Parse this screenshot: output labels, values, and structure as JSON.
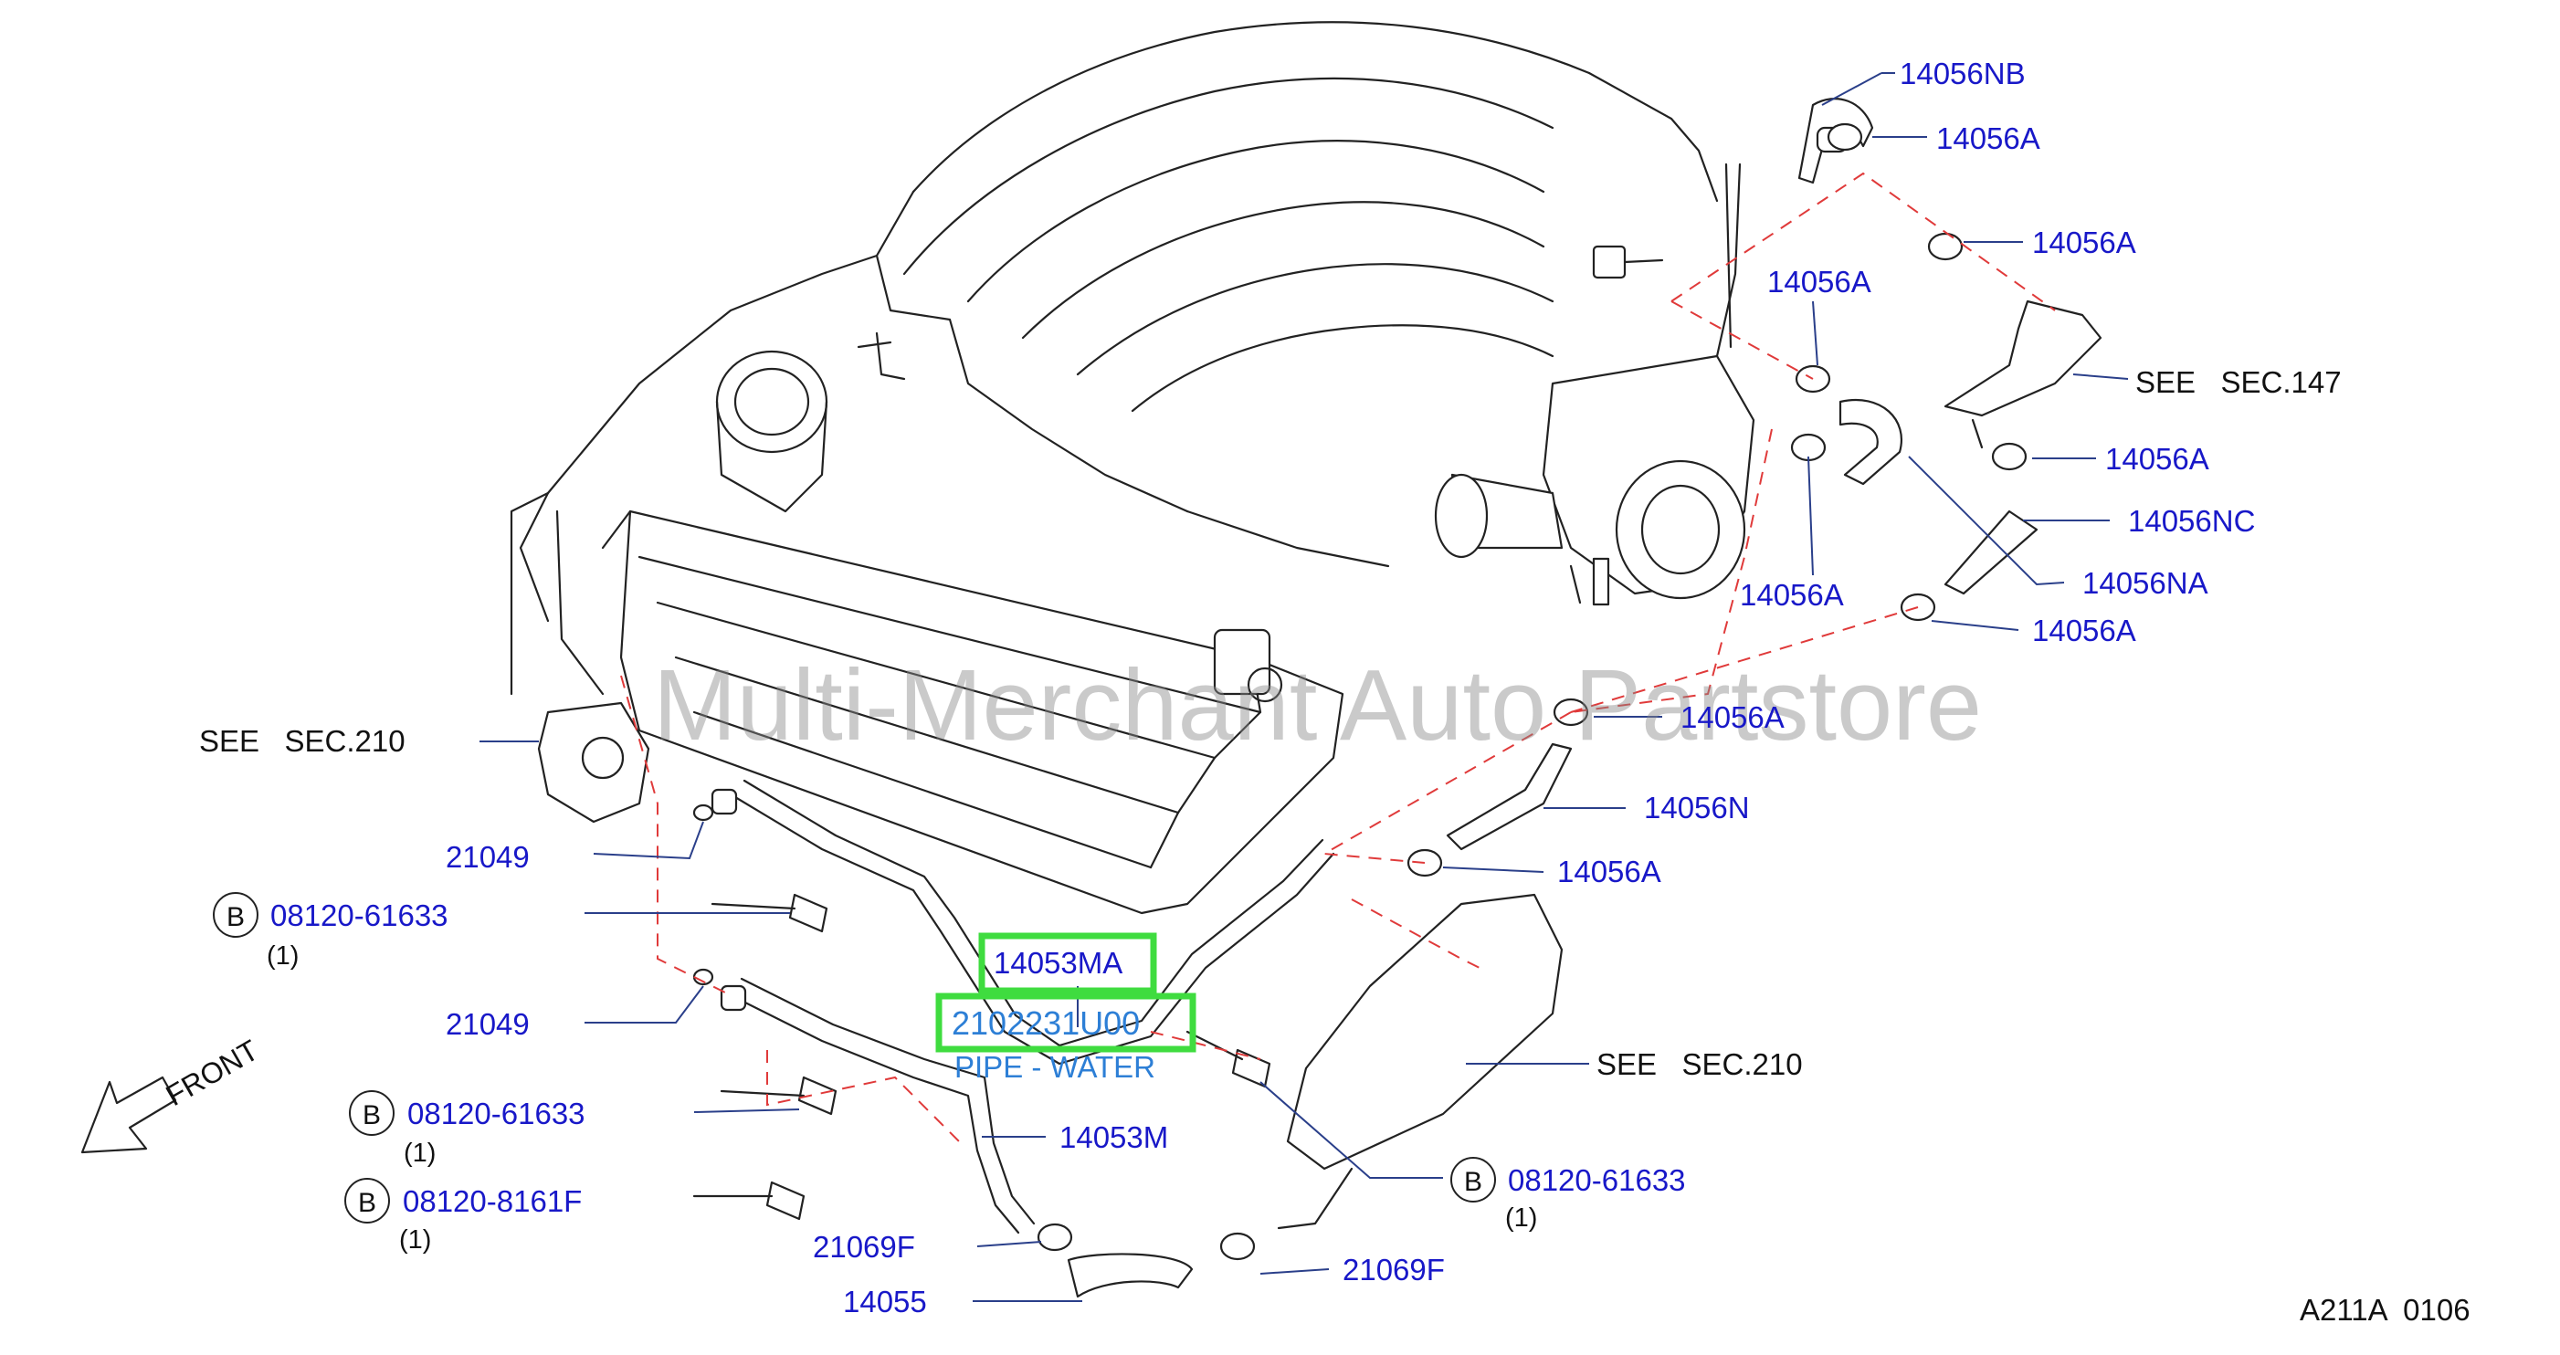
{
  "watermark": "Multi-Merchant Auto Partstore",
  "diagram_code": "A211A  0106",
  "front_label": "FRONT",
  "parts": {
    "p14056NB": "14056NB",
    "p14056A_1": "14056A",
    "p14056A_2": "14056A",
    "p14056A_3": "14056A",
    "p14056A_4": "14056A",
    "p14056A_5": "14056A",
    "p14056A_6": "14056A",
    "p14056A_7": "14056A",
    "p14056A_8": "14056A",
    "p14056NC": "14056NC",
    "p14056NA": "14056NA",
    "p14056N": "14056N",
    "p14053MA": "14053MA",
    "p21022": "2102231U00",
    "p14053M": "14053M",
    "p21049_1": "21049",
    "p21049_2": "21049",
    "p21069F_1": "21069F",
    "p21069F_2": "21069F",
    "p14055": "14055"
  },
  "selected_part_name": "PIPE - WATER",
  "refs": {
    "sec147": "SEE   SEC.147",
    "sec210_left": "SEE   SEC.210",
    "sec210_right": "SEE   SEC.210"
  },
  "bolts": {
    "b1": {
      "marker": "B",
      "number": "08120-61633",
      "qty": "(1)"
    },
    "b2": {
      "marker": "B",
      "number": "08120-61633",
      "qty": "(1)"
    },
    "b3": {
      "marker": "B",
      "number": "08120-8161F",
      "qty": "(1)"
    },
    "b4": {
      "marker": "B",
      "number": "08120-61633",
      "qty": "(1)"
    }
  },
  "colors": {
    "part_label": "#1818c8",
    "highlight": "#3fdc3f",
    "dash_line": "#e03a3a"
  }
}
